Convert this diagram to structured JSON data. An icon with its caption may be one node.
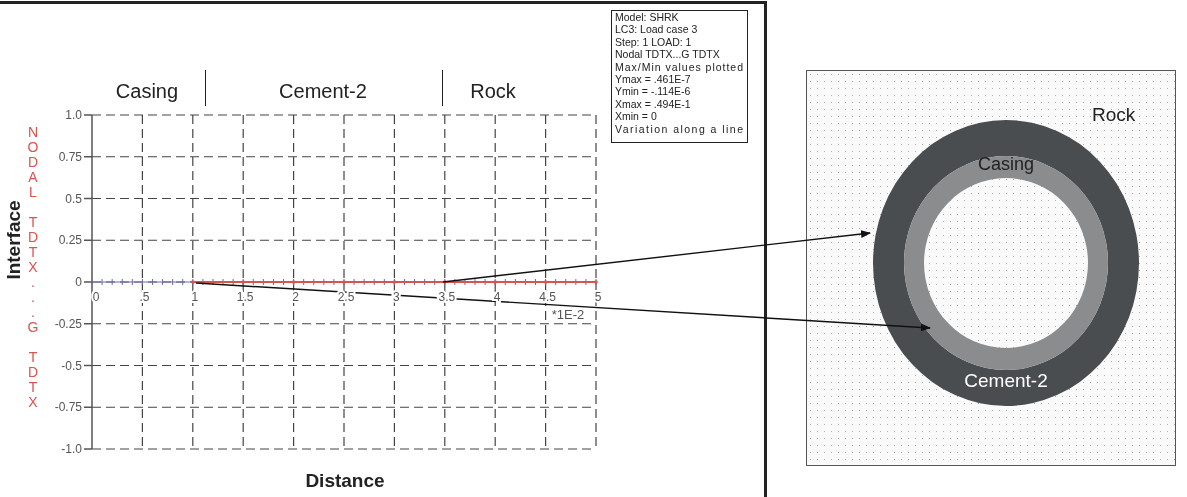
{
  "diagram": {
    "nodes": [
      {
        "text": [
          "Rock"
        ]
      },
      {
        "text": [
          "Cement-2"
        ],
        "in": 0
      },
      {
        "text": [
          "Casing"
        ],
        "in": 1
      }
    ],
    "edges": [
      {
        "from": null,
        "to": 1,
        "arrow": "to"
      },
      {
        "from": null,
        "to": 2,
        "arrow": "to"
      }
    ],
    "labels": [
      "Casing",
      "Cement-2",
      "Rock",
      "Model: SHRK",
      "LC3: Load case 3",
      "Step: 1  LOAD: 1",
      "Nodal TDTX...G TDTX",
      "Max/Min values plotted",
      "Ymax = .461E-7",
      "Ymin = -.114E-6",
      "Xmax = .494E-1",
      "Xmin = 0",
      "Variation along a line",
      "*1E-2"
    ],
    "chart_data": {
      "type": "line",
      "grid": true,
      "xlabel": "Distance",
      "ylabel": "Interface",
      "xlim": [
        0,
        5
      ],
      "ylim": [
        -1,
        1
      ],
      "xticks": [
        0,
        {
          "value": 0.5,
          "label": ".5"
        },
        1,
        1.5,
        2,
        2.5,
        3,
        3.5,
        4,
        4.5,
        5
      ],
      "yticks": [
        {
          "value": 1,
          "label": "1.0"
        },
        0.75,
        0.5,
        0.25,
        0,
        -0.25,
        -0.5,
        -0.75,
        {
          "value": -1,
          "label": "-1.0"
        }
      ],
      "x": [
        1,
        1.5,
        2,
        2.5,
        3,
        3.5,
        4,
        4.5,
        5
      ],
      "series": [
        {
          "name": "NODAL TDTX...G TDTX",
          "color": "#d9534f",
          "values": [
            0,
            0,
            0,
            0,
            0,
            0,
            0,
            0,
            0
          ]
        }
      ]
    }
  }
}
